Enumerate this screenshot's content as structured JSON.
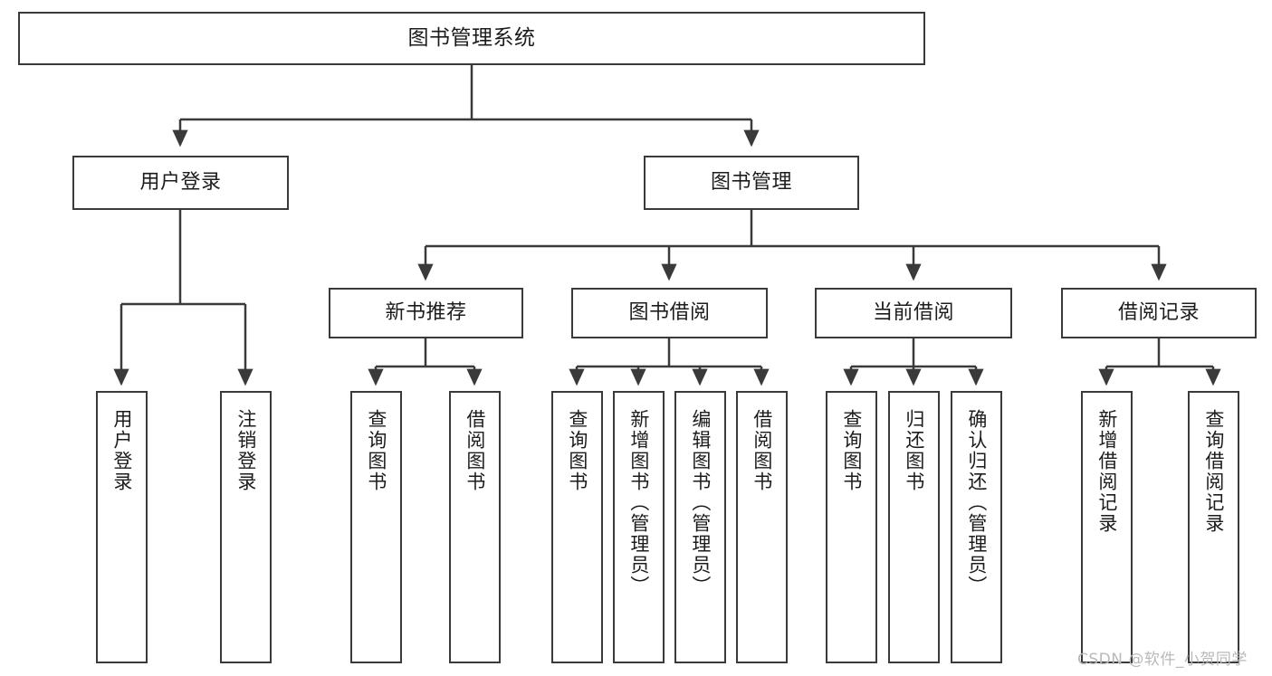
{
  "diagram": {
    "title": "图书管理系统",
    "type": "hierarchy-tree",
    "levels": 4,
    "colors": {
      "stroke": "#3a3a3a",
      "fill": "#ffffff",
      "text": "#1c1c1c",
      "watermark": "#b9b9b9",
      "background": "#ffffff"
    }
  },
  "nodes": {
    "root": {
      "label": "图书管理系统"
    },
    "level2": [
      {
        "label": "用户登录"
      },
      {
        "label": "图书管理"
      }
    ],
    "level3": [
      {
        "label": "新书推荐"
      },
      {
        "label": "图书借阅"
      },
      {
        "label": "当前借阅"
      },
      {
        "label": "借阅记录"
      }
    ],
    "leaves": {
      "user_login": [
        {
          "label": "用户登录"
        },
        {
          "label": "注销登录"
        }
      ],
      "new_book_recommend": [
        {
          "label": "查询图书"
        },
        {
          "label": "借阅图书"
        }
      ],
      "book_borrow": [
        {
          "label": "查询图书"
        },
        {
          "label": "新增图书（管理员）"
        },
        {
          "label": "编辑图书（管理员）"
        },
        {
          "label": "借阅图书"
        }
      ],
      "current_borrow": [
        {
          "label": "查询图书"
        },
        {
          "label": "归还图书"
        },
        {
          "label": "确认归还（管理员）"
        }
      ],
      "borrow_record": [
        {
          "label": "新增借阅记录"
        },
        {
          "label": "查询借阅记录"
        }
      ]
    }
  },
  "watermark": {
    "text": "CSDN @软件_小贺同学"
  }
}
